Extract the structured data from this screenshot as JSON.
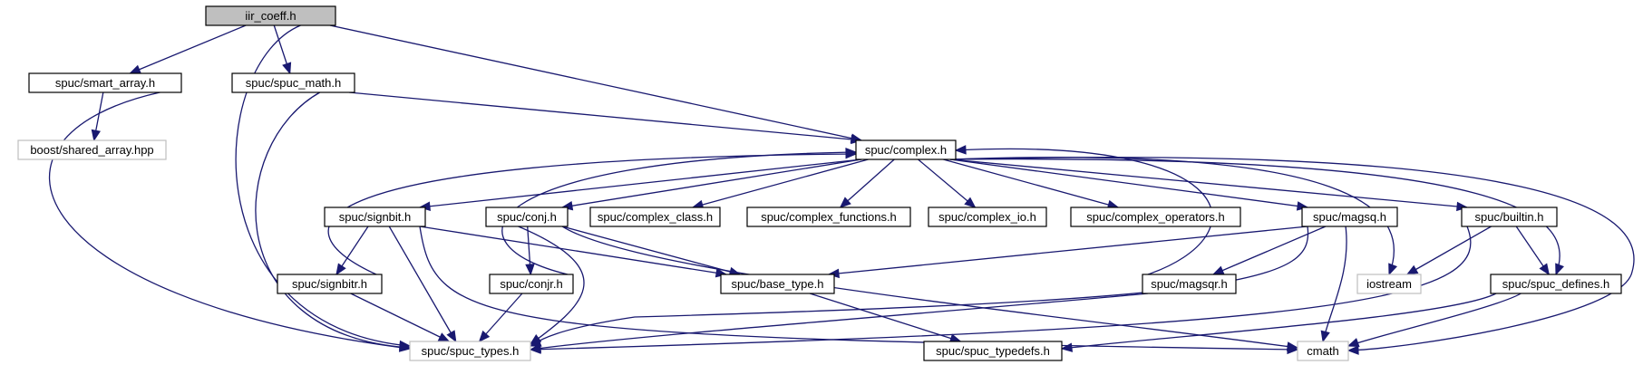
{
  "colors": {
    "edge": "#191970",
    "node_border": "#000000",
    "external_border": "#bfbfbf",
    "root_fill": "#bfbfbf",
    "node_fill": "#ffffff"
  },
  "nodes": [
    {
      "id": "iir_coeff",
      "label": "iir_coeff.h",
      "kind": "root"
    },
    {
      "id": "smart_array",
      "label": "spuc/smart_array.h",
      "kind": "normal"
    },
    {
      "id": "spuc_math",
      "label": "spuc/spuc_math.h",
      "kind": "normal"
    },
    {
      "id": "shared_array",
      "label": "boost/shared_array.hpp",
      "kind": "external"
    },
    {
      "id": "complex",
      "label": "spuc/complex.h",
      "kind": "normal"
    },
    {
      "id": "signbit",
      "label": "spuc/signbit.h",
      "kind": "normal"
    },
    {
      "id": "conj",
      "label": "spuc/conj.h",
      "kind": "normal"
    },
    {
      "id": "complex_class",
      "label": "spuc/complex_class.h",
      "kind": "normal"
    },
    {
      "id": "complex_functions",
      "label": "spuc/complex_functions.h",
      "kind": "normal"
    },
    {
      "id": "complex_io",
      "label": "spuc/complex_io.h",
      "kind": "normal"
    },
    {
      "id": "complex_operators",
      "label": "spuc/complex_operators.h",
      "kind": "normal"
    },
    {
      "id": "magsq",
      "label": "spuc/magsq.h",
      "kind": "normal"
    },
    {
      "id": "builtin",
      "label": "spuc/builtin.h",
      "kind": "normal"
    },
    {
      "id": "signbitr",
      "label": "spuc/signbitr.h",
      "kind": "normal"
    },
    {
      "id": "conjr",
      "label": "spuc/conjr.h",
      "kind": "normal"
    },
    {
      "id": "base_type",
      "label": "spuc/base_type.h",
      "kind": "normal"
    },
    {
      "id": "magsqr",
      "label": "spuc/magsqr.h",
      "kind": "normal"
    },
    {
      "id": "iostream",
      "label": "iostream",
      "kind": "external"
    },
    {
      "id": "spuc_defines",
      "label": "spuc/spuc_defines.h",
      "kind": "normal"
    },
    {
      "id": "spuc_types",
      "label": "spuc/spuc_types.h",
      "kind": "external"
    },
    {
      "id": "spuc_typedefs",
      "label": "spuc/spuc_typedefs.h",
      "kind": "normal"
    },
    {
      "id": "cmath",
      "label": "cmath",
      "kind": "external"
    }
  ],
  "edges": [
    [
      "iir_coeff",
      "smart_array"
    ],
    [
      "iir_coeff",
      "spuc_math"
    ],
    [
      "iir_coeff",
      "complex"
    ],
    [
      "iir_coeff",
      "spuc_types"
    ],
    [
      "smart_array",
      "shared_array"
    ],
    [
      "smart_array",
      "spuc_types"
    ],
    [
      "spuc_math",
      "complex"
    ],
    [
      "spuc_math",
      "spuc_types"
    ],
    [
      "complex",
      "signbit"
    ],
    [
      "complex",
      "conj"
    ],
    [
      "complex",
      "complex_class"
    ],
    [
      "complex",
      "complex_functions"
    ],
    [
      "complex",
      "complex_io"
    ],
    [
      "complex",
      "complex_operators"
    ],
    [
      "complex",
      "magsq"
    ],
    [
      "complex",
      "builtin"
    ],
    [
      "complex",
      "iostream"
    ],
    [
      "complex",
      "spuc_defines"
    ],
    [
      "complex",
      "cmath"
    ],
    [
      "signbit",
      "signbitr"
    ],
    [
      "signbit",
      "spuc_types"
    ],
    [
      "signbit",
      "base_type"
    ],
    [
      "signbit",
      "cmath"
    ],
    [
      "signbitr",
      "complex"
    ],
    [
      "signbitr",
      "spuc_types"
    ],
    [
      "conj",
      "conjr"
    ],
    [
      "conj",
      "spuc_types"
    ],
    [
      "conj",
      "base_type"
    ],
    [
      "conj",
      "cmath"
    ],
    [
      "conjr",
      "complex"
    ],
    [
      "conjr",
      "spuc_types"
    ],
    [
      "magsq",
      "base_type"
    ],
    [
      "magsq",
      "magsqr"
    ],
    [
      "magsq",
      "spuc_types"
    ],
    [
      "magsq",
      "cmath"
    ],
    [
      "magsqr",
      "complex"
    ],
    [
      "magsqr",
      "spuc_types"
    ],
    [
      "builtin",
      "iostream"
    ],
    [
      "builtin",
      "spuc_defines"
    ],
    [
      "builtin",
      "spuc_types"
    ],
    [
      "spuc_defines",
      "spuc_typedefs"
    ],
    [
      "spuc_defines",
      "cmath"
    ],
    [
      "base_type",
      "spuc_typedefs"
    ]
  ]
}
